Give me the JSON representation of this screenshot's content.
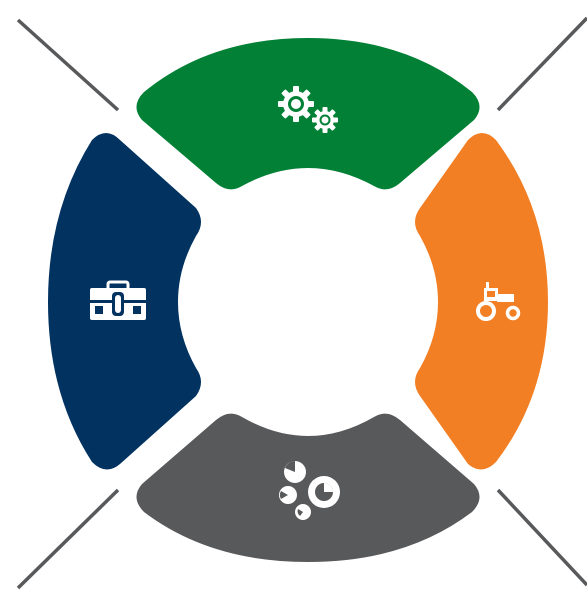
{
  "diagram": {
    "segments": [
      {
        "id": "top",
        "icon": "gears-icon",
        "color": "#028035"
      },
      {
        "id": "right",
        "icon": "tractor-icon",
        "color": "#f37f25"
      },
      {
        "id": "bottom",
        "icon": "pie-chart-icon",
        "color": "#58595b"
      },
      {
        "id": "left",
        "icon": "toolbox-icon",
        "color": "#013260"
      }
    ],
    "connector_color": "#58595b",
    "icon_color": "#ffffff"
  }
}
